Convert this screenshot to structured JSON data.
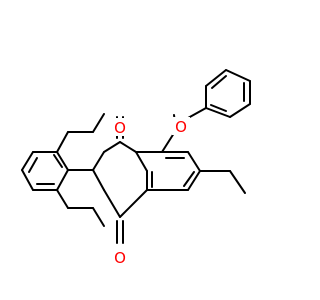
{
  "molecule": {
    "atoms": [
      {
        "id": "o_top",
        "symbol": "O",
        "color": "#ff0000"
      },
      {
        "id": "o_ether",
        "symbol": "O",
        "color": "#ff0000"
      },
      {
        "id": "o_bottom",
        "symbol": "O",
        "color": "#ff0000"
      }
    ],
    "bond_color": "#000000"
  }
}
